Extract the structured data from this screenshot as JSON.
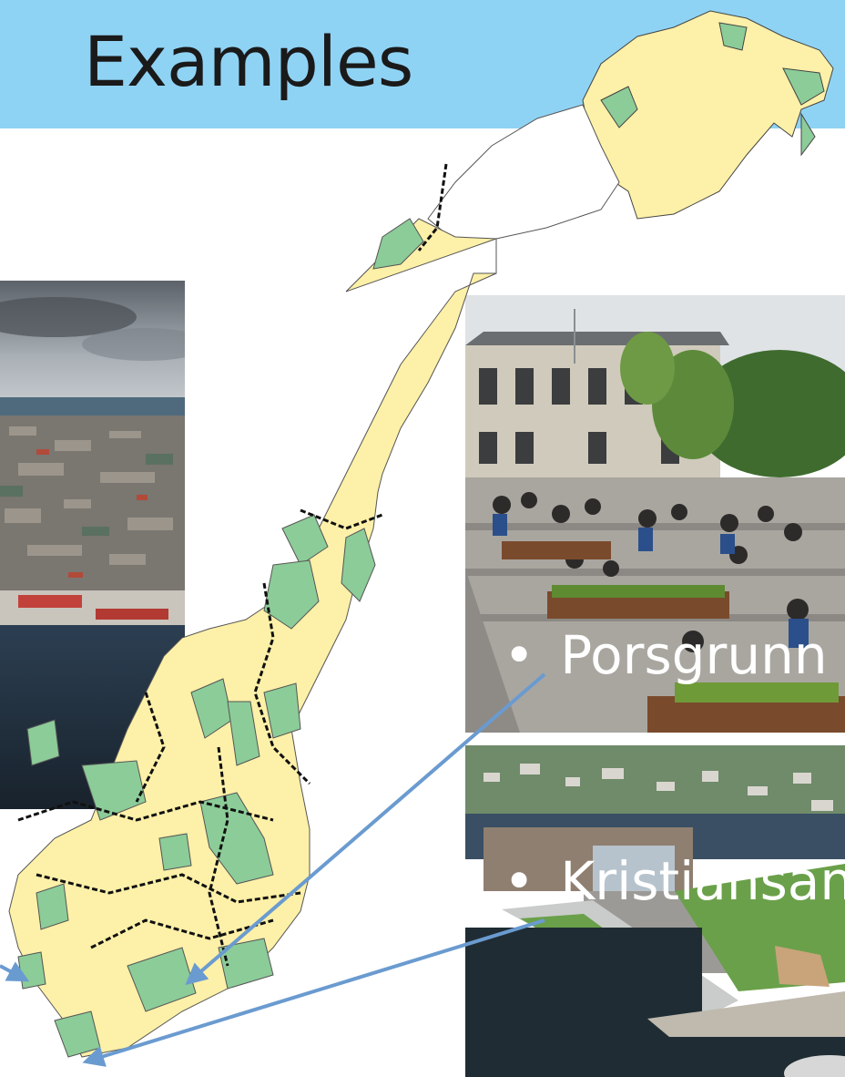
{
  "slide": {
    "title": "Examples"
  },
  "labels": {
    "porsgrunn": "Porsgrunn",
    "kristiansand": "Kristiansand",
    "bullet": "•"
  },
  "colors": {
    "title_band": "#8fd3f4",
    "map_land": "#fdf0a8",
    "map_highlight": "#8ccc98",
    "map_border": "#1a1a1a",
    "arrow": "#6a9bd0"
  },
  "icons": {
    "bullet": "bullet-dot"
  }
}
